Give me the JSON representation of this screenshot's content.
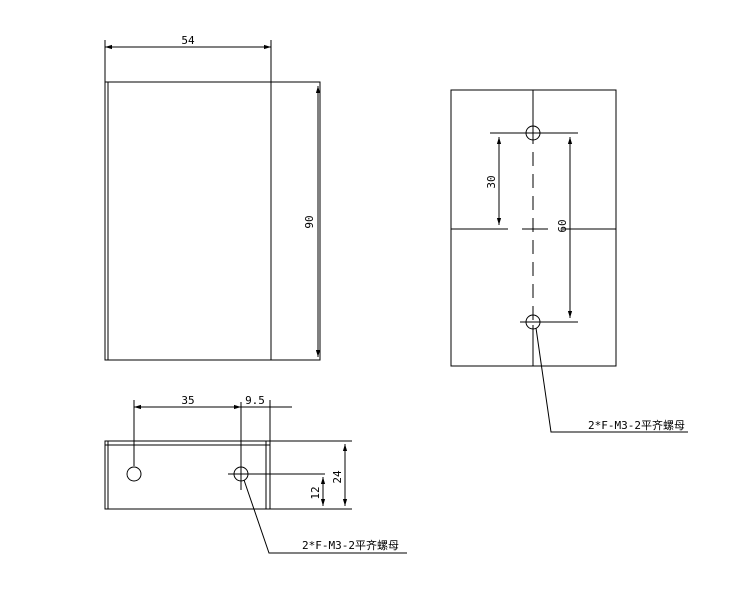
{
  "front_view": {
    "width_dim": "54",
    "height_dim": "90"
  },
  "back_view": {
    "hole_offset_dim": "30",
    "hole_spacing_dim": "60",
    "callout": "2*F-M3-2平齐螺母"
  },
  "side_view": {
    "hole_span_dim": "35",
    "edge_offset_dim": "9.5",
    "hole_height_dim": "12",
    "total_height_dim": "24",
    "callout": "2*F-M3-2平齐螺母"
  }
}
